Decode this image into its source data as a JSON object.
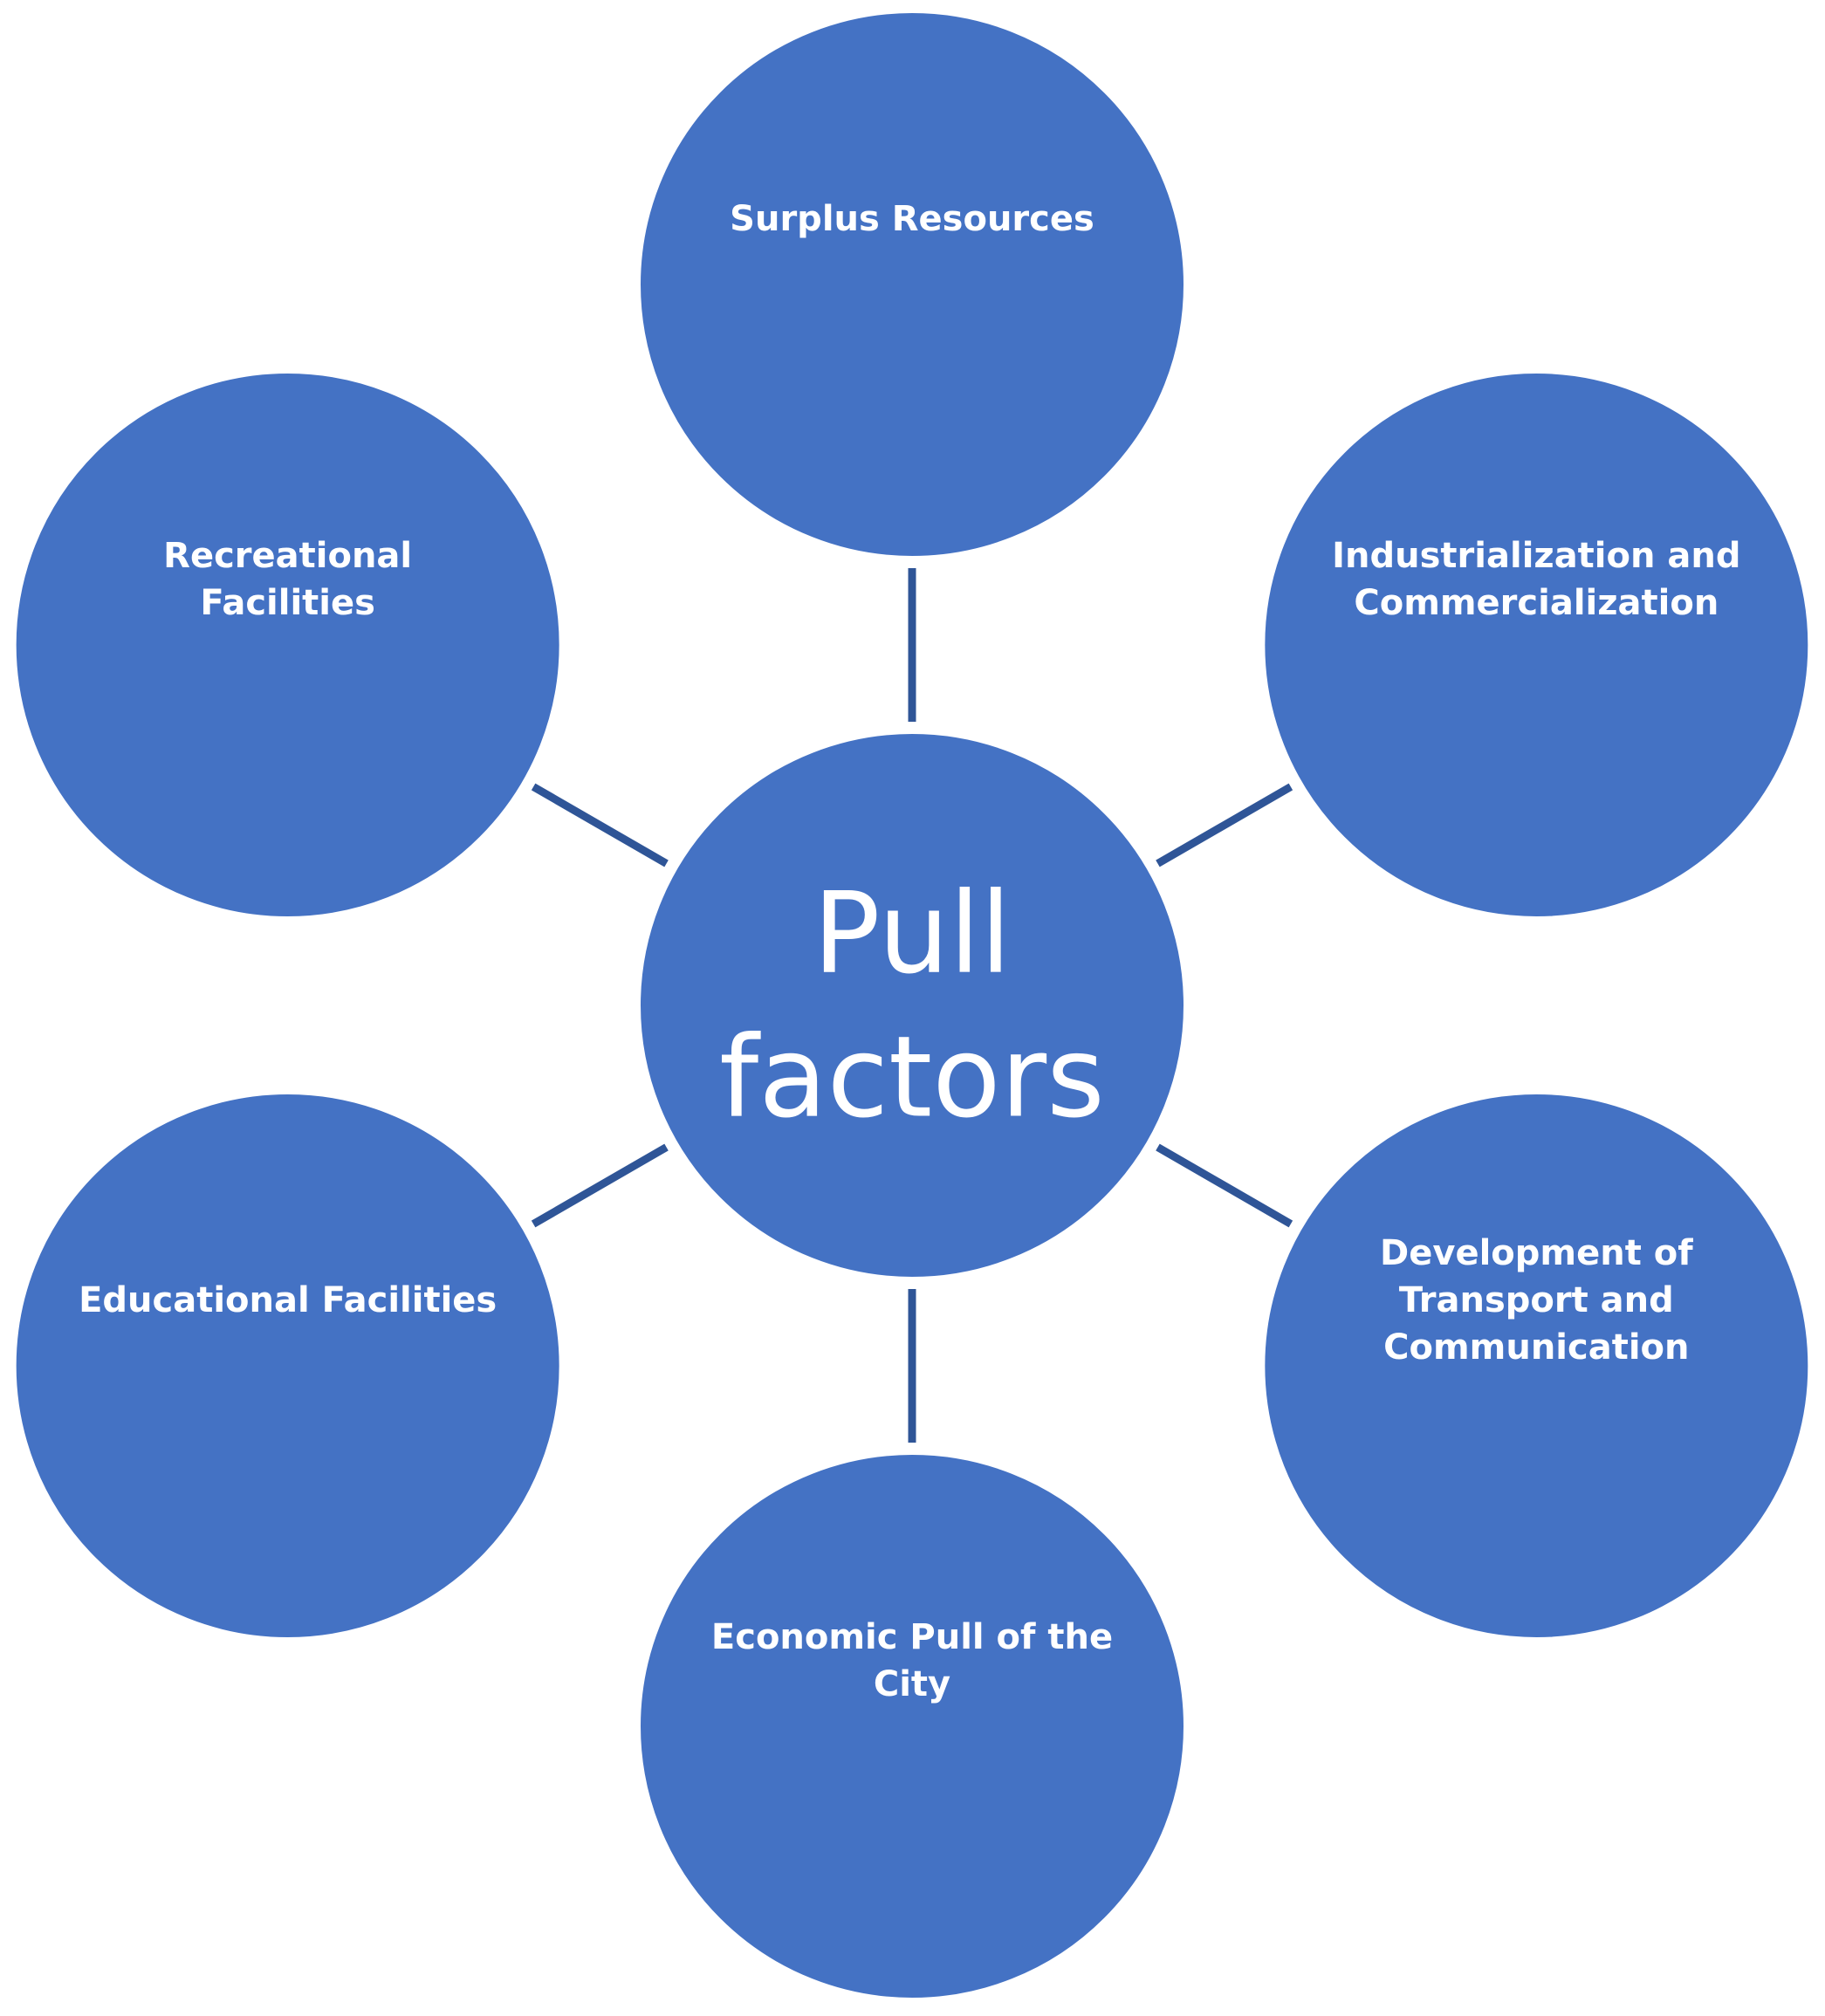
{
  "diagram": {
    "colors": {
      "node_fill": "#4472C4",
      "node_stroke": "#FFFFFF",
      "connector": "#2F5597",
      "text": "#FFFFFF"
    },
    "center": {
      "lines": [
        "Pull",
        "factors"
      ]
    },
    "nodes": [
      {
        "id": "surplus-resources",
        "lines": [
          "Surplus Resources"
        ]
      },
      {
        "id": "industrialization-commercialization",
        "lines": [
          "Industrialization and",
          "Commercialization"
        ]
      },
      {
        "id": "transport-communication",
        "lines": [
          "Development of",
          "Transport and",
          "Communication"
        ]
      },
      {
        "id": "economic-pull",
        "lines": [
          "Economic Pull of the",
          "City"
        ]
      },
      {
        "id": "educational-facilities",
        "lines": [
          "Educational Facilities"
        ]
      },
      {
        "id": "recreational-facilities",
        "lines": [
          "Recreational",
          "Facilities"
        ]
      }
    ]
  }
}
